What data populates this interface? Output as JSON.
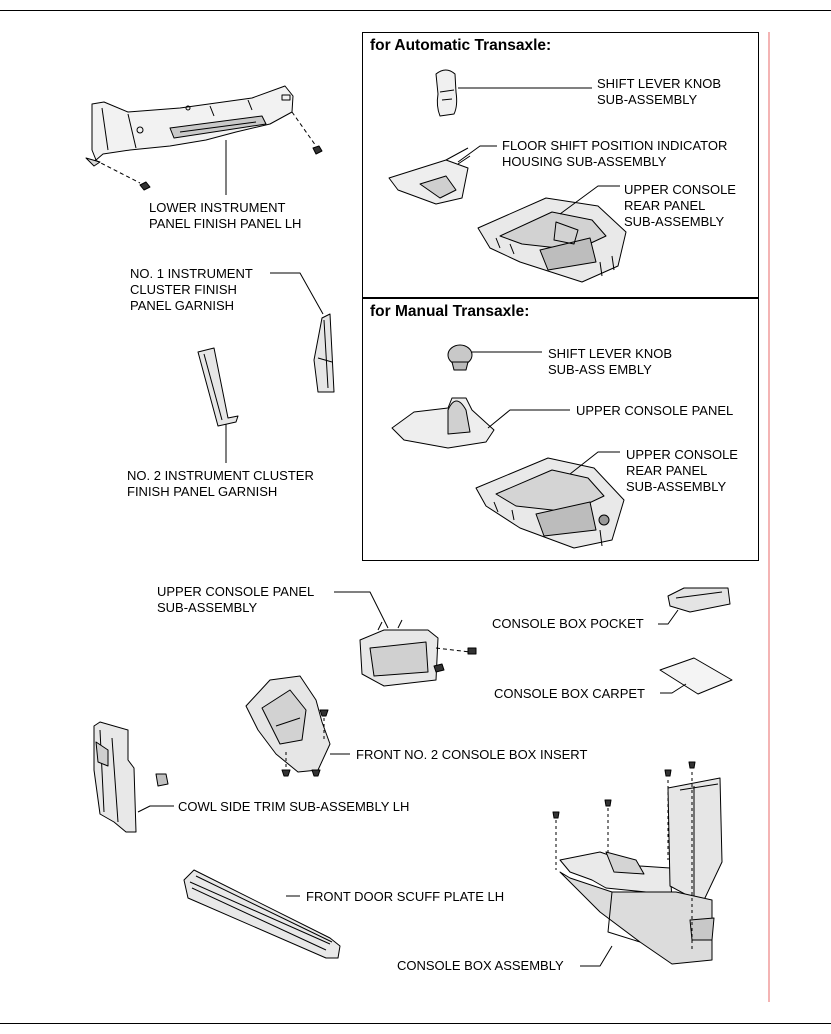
{
  "automatic": {
    "header": "for Automatic Transaxle:",
    "shift_knob": "SHIFT LEVER KNOB\nSUB-ASSEMBLY",
    "indicator": "FLOOR SHIFT POSITION INDICATOR\nHOUSING SUB-ASSEMBLY",
    "rear_panel": "UPPER CONSOLE\nREAR PANEL\nSUB-ASSEMBLY"
  },
  "manual": {
    "header": "for Manual Transaxle:",
    "shift_knob": "SHIFT LEVER KNOB\nSUB-ASS EMBLY",
    "upper_panel": "UPPER CONSOLE PANEL",
    "rear_panel": "UPPER CONSOLE\nREAR PANEL\nSUB-ASSEMBLY"
  },
  "parts": {
    "lower_instrument": "LOWER INSTRUMENT\nPANEL FINISH PANEL LH",
    "no1_garnish": "NO. 1 INSTRUMENT\nCLUSTER FINISH\nPANEL GARNISH",
    "no2_garnish": "NO. 2 INSTRUMENT CLUSTER\nFINISH PANEL GARNISH",
    "upper_console_panel_sub": "UPPER CONSOLE PANEL\nSUB-ASSEMBLY",
    "console_box_pocket": "CONSOLE BOX POCKET",
    "console_box_carpet": "CONSOLE BOX CARPET",
    "front_no2_insert": "FRONT NO. 2 CONSOLE BOX INSERT",
    "cowl_side_trim": "COWL SIDE TRIM SUB-ASSEMBLY LH",
    "front_door_scuff": "FRONT DOOR SCUFF PLATE LH",
    "console_box_assembly": "CONSOLE BOX ASSEMBLY"
  }
}
